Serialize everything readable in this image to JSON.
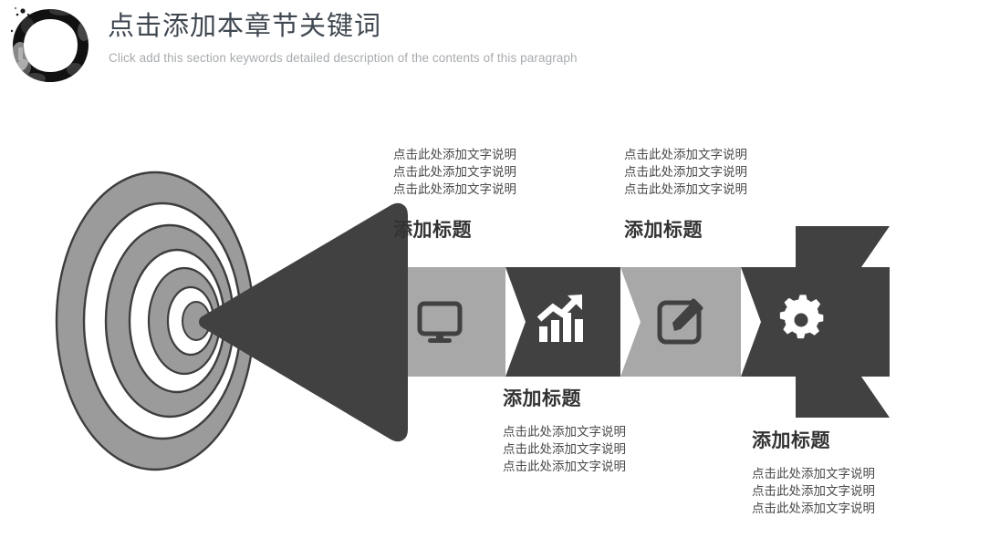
{
  "header": {
    "logo_icon": "enso-ink-circle-icon",
    "title": "点击添加本章节关键词",
    "subtitle": "Click add this section keywords detailed description of the contents of this paragraph",
    "title_color": "#3f4750",
    "subtitle_color": "#a8abae"
  },
  "theme": {
    "dark": "#414141",
    "light_gray": "#a8a8a8",
    "ring_gray": "#9b9b9b",
    "ring_outline": "#3d3d3d",
    "background": "#ffffff",
    "icon_dark": "#414141",
    "icon_light": "#ffffff"
  },
  "diagram": {
    "target_icon": "bullseye-target-icon",
    "arrow_head_icon": "arrow-head-icon",
    "arrow_tail_icon": "arrow-fletching-icon",
    "segments": [
      {
        "icon": "monitor-icon",
        "tone": "light"
      },
      {
        "icon": "growth-chart-icon",
        "tone": "dark"
      },
      {
        "icon": "edit-square-icon",
        "tone": "light"
      },
      {
        "icon": "gear-icon",
        "tone": "dark"
      }
    ]
  },
  "blocks": [
    {
      "id": "block1",
      "heading": "添加标题",
      "lines": [
        "点击此处添加文字说明",
        "点击此处添加文字说明",
        "点击此处添加文字说明"
      ],
      "order": "lines-first"
    },
    {
      "id": "block2",
      "heading": "添加标题",
      "lines": [
        "点击此处添加文字说明",
        "点击此处添加文字说明",
        "点击此处添加文字说明"
      ],
      "order": "lines-first"
    },
    {
      "id": "block3",
      "heading": "添加标题",
      "lines": [
        "点击此处添加文字说明",
        "点击此处添加文字说明",
        "点击此处添加文字说明"
      ],
      "order": "heading-first"
    },
    {
      "id": "block4",
      "heading": "添加标题",
      "lines": [
        "点击此处添加文字说明",
        "点击此处添加文字说明",
        "点击此处添加文字说明"
      ],
      "order": "heading-first"
    }
  ]
}
